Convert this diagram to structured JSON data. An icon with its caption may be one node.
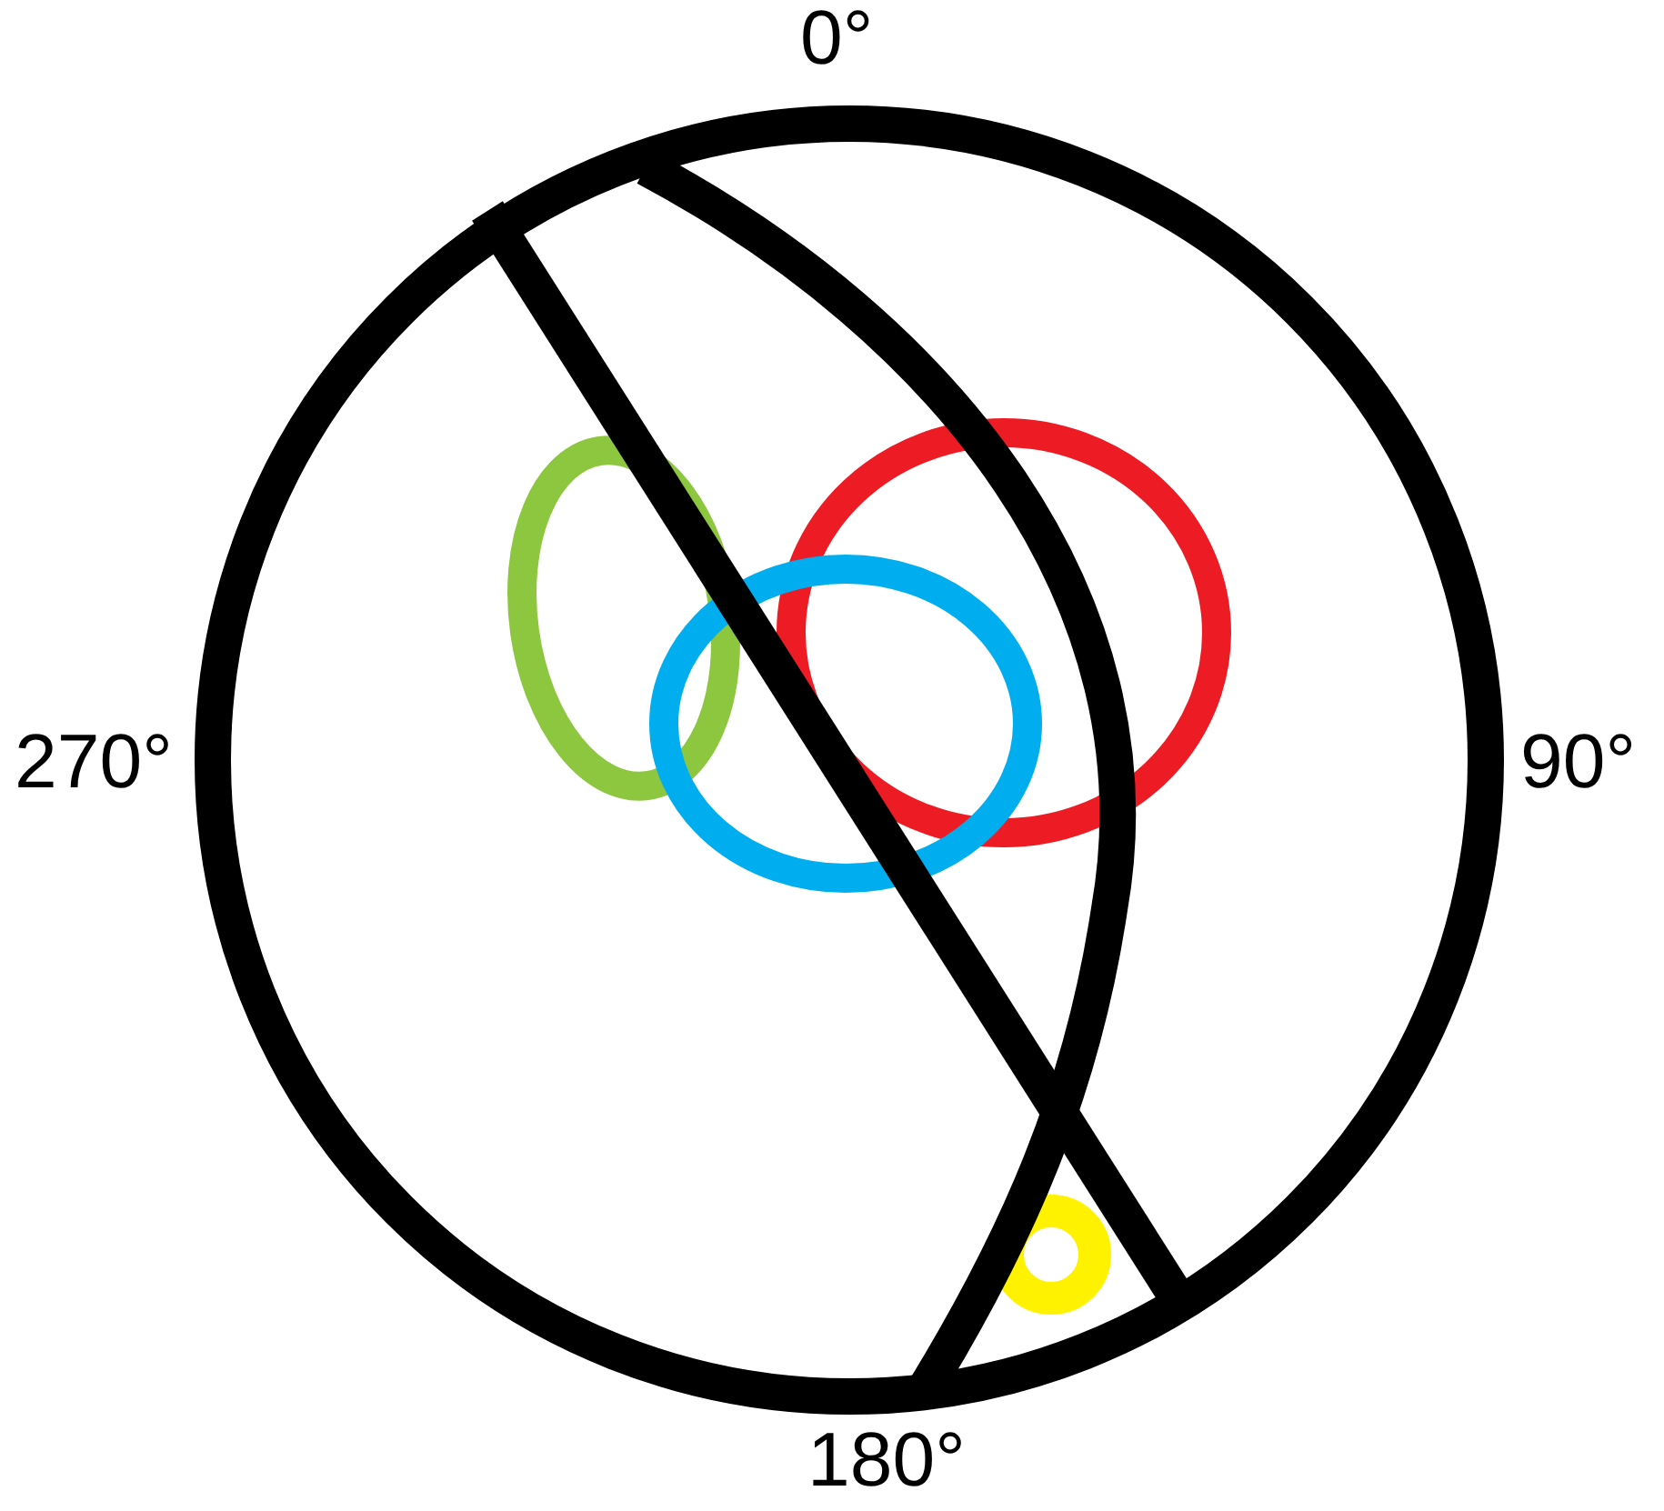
{
  "diagram": {
    "labels": [
      "0°",
      "270°",
      "90°",
      "180°"
    ]
  }
}
